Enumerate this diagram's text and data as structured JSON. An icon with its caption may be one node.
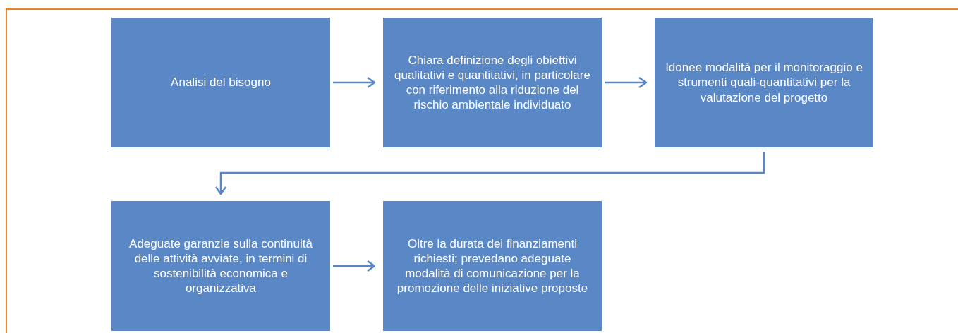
{
  "diagram": {
    "nodes": [
      {
        "text": [
          "Analisi del bisogno"
        ]
      },
      {
        "text": [
          "Chiara definizione degli obiettivi qualitativi e quantitativi, in particolare con riferimento alla riduzione del rischio ambientale individuato"
        ]
      },
      {
        "text": [
          "Idonee modalità per il monitoraggio e strumenti quali-quantitativi per la valutazione del progetto"
        ]
      },
      {
        "text": [
          "Adeguate garanzie sulla continuità delle attività avviate, in termini di sostenibilità economica e organizzativa"
        ]
      },
      {
        "text": [
          "Oltre la durata dei finanziamenti richiesti; prevedano adeguate modalità di comunicazione per la promozione delle iniziative proposte"
        ]
      }
    ],
    "edges": [
      {
        "from": 0,
        "to": 1,
        "arrow": "to"
      },
      {
        "from": 1,
        "to": 2,
        "arrow": "to"
      },
      {
        "from": 2,
        "to": 3,
        "arrow": "to"
      },
      {
        "from": 3,
        "to": 4,
        "arrow": "to"
      }
    ]
  }
}
